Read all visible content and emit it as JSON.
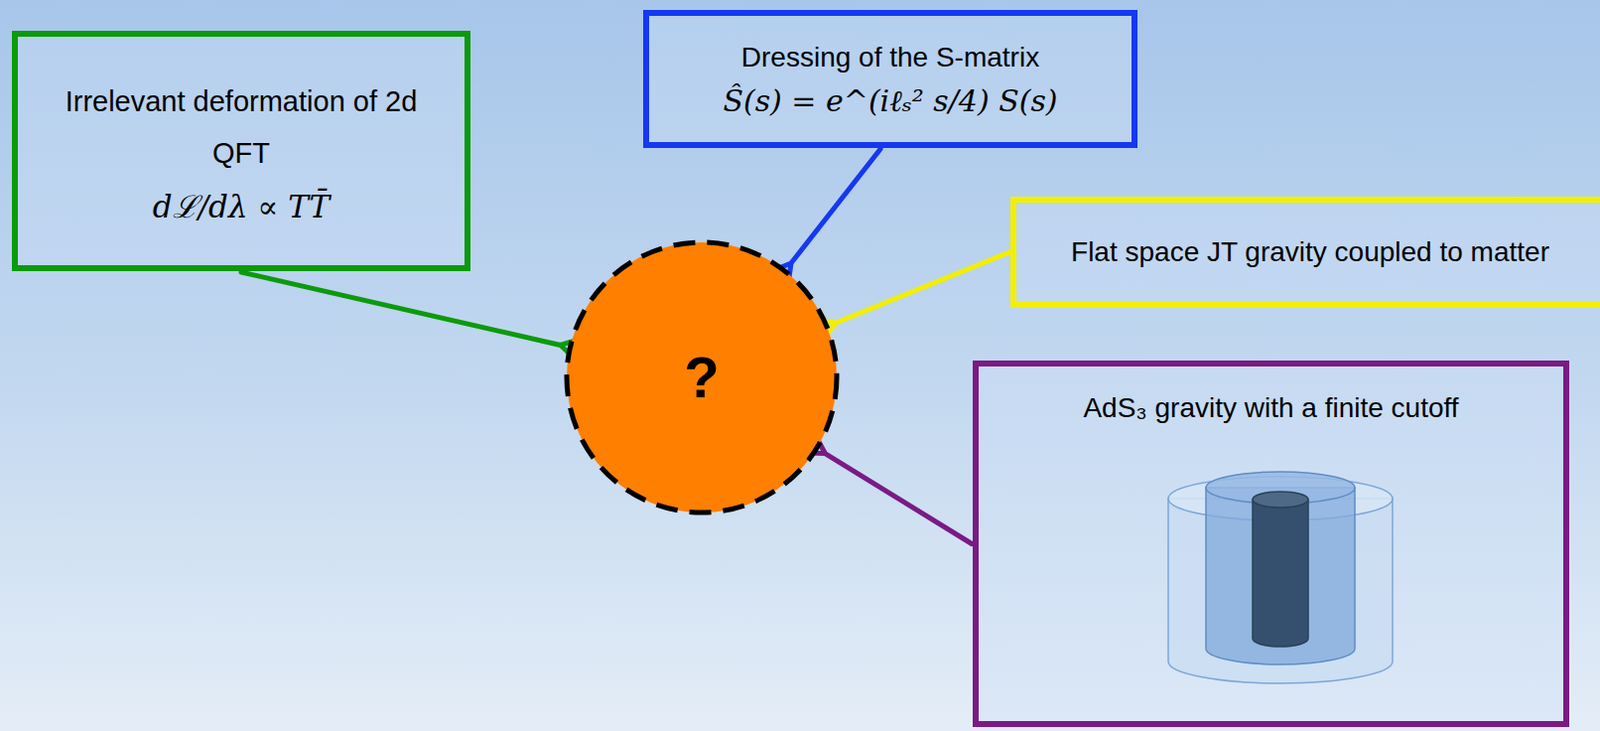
{
  "diagram": {
    "nodes": [
      {
        "text": [
          "Irrelevant deformation of 2d QFT",
          "dℒ/dλ ∝ TT̄"
        ]
      },
      {
        "text": [
          "Dressing of the S-matrix",
          "Ŝ(s) = e^(iℓₛ² s/4) S(s)"
        ]
      },
      {
        "text": [
          "Flat space JT gravity coupled to matter"
        ]
      },
      {
        "text": [
          "?"
        ]
      },
      {
        "text": [
          "AdS₃ gravity with a finite cutoff"
        ]
      }
    ],
    "edges": [
      {
        "from": 0,
        "to": 3,
        "arrow": "to"
      },
      {
        "from": 1,
        "to": 3,
        "arrow": "to"
      },
      {
        "from": 2,
        "to": 3,
        "arrow": "to"
      },
      {
        "from": 4,
        "to": 3,
        "arrow": "to"
      }
    ]
  }
}
